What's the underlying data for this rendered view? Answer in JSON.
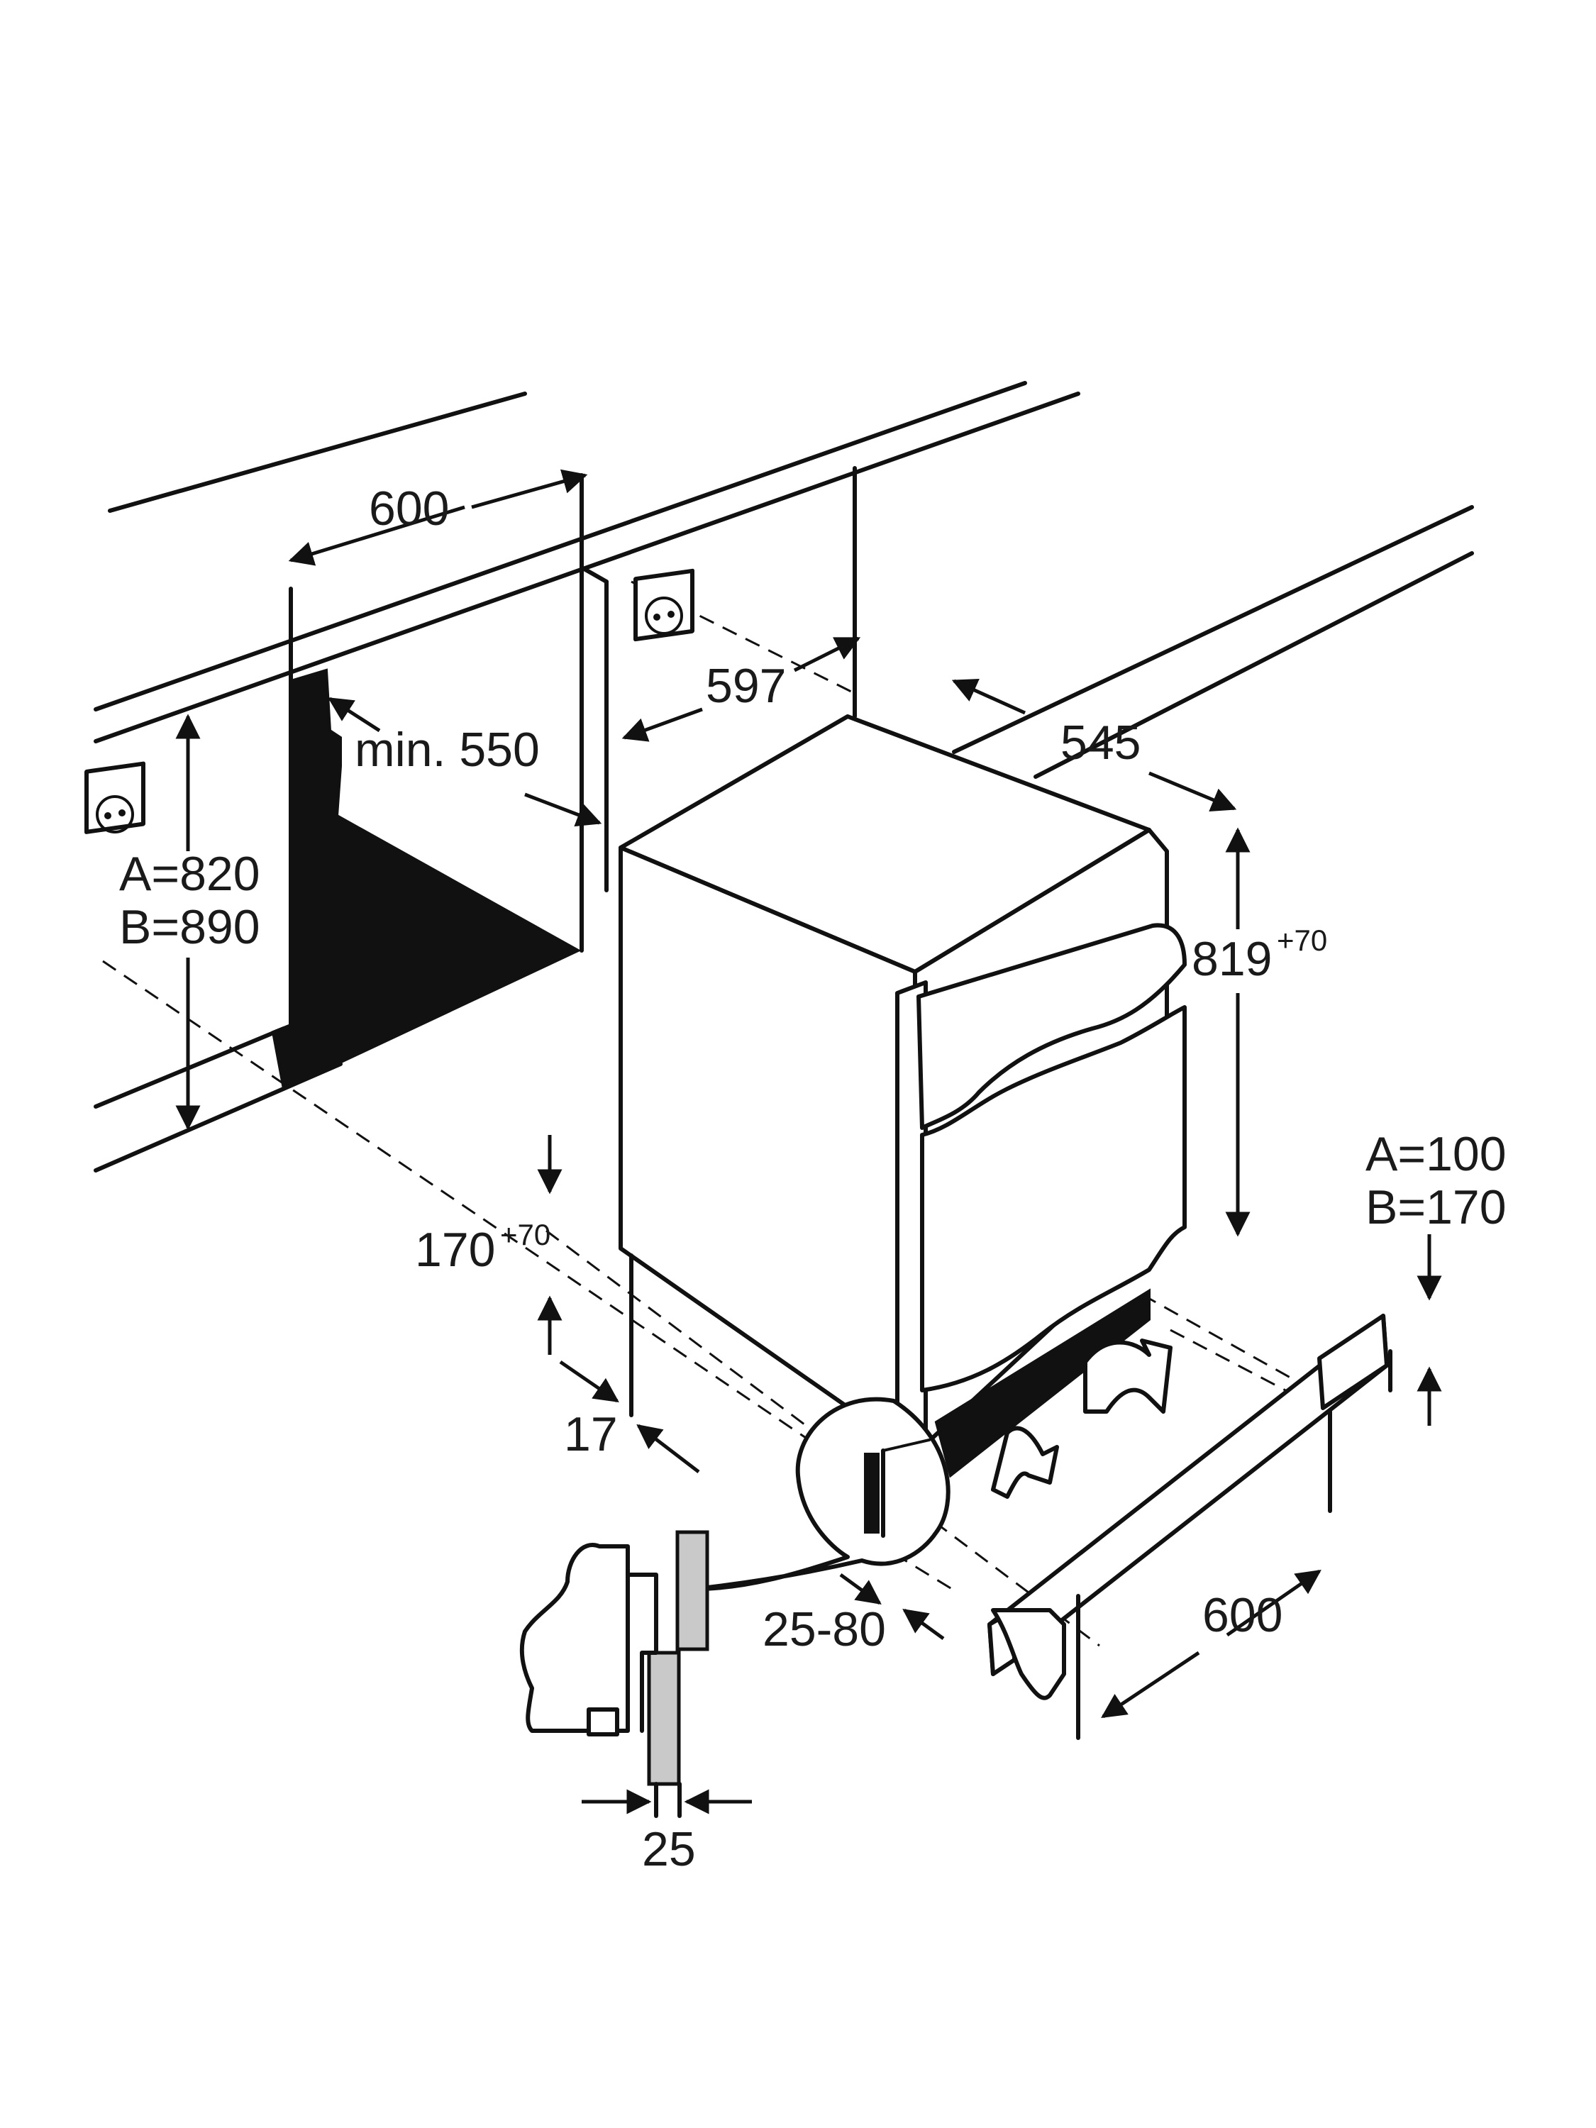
{
  "labels": {
    "niche_width": "600",
    "niche_depth_min": "min. 550",
    "appliance_width": "597",
    "appliance_depth": "545",
    "niche_height_a": "A=820",
    "niche_height_b": "B=890",
    "appliance_height": "819",
    "appliance_height_sup": "+70",
    "plinth_height": "170",
    "plinth_height_sup": "+70",
    "door_setback": "17",
    "vent_gap": "25-80",
    "detail_gap": "25",
    "plinth_cut_a": "A=100",
    "plinth_cut_b": "B=170",
    "plinth_width": "600"
  },
  "icons": [
    "power-socket-icon",
    "power-socket-icon",
    "airflow-out-arrow-icon",
    "airflow-in-arrow-icon"
  ]
}
